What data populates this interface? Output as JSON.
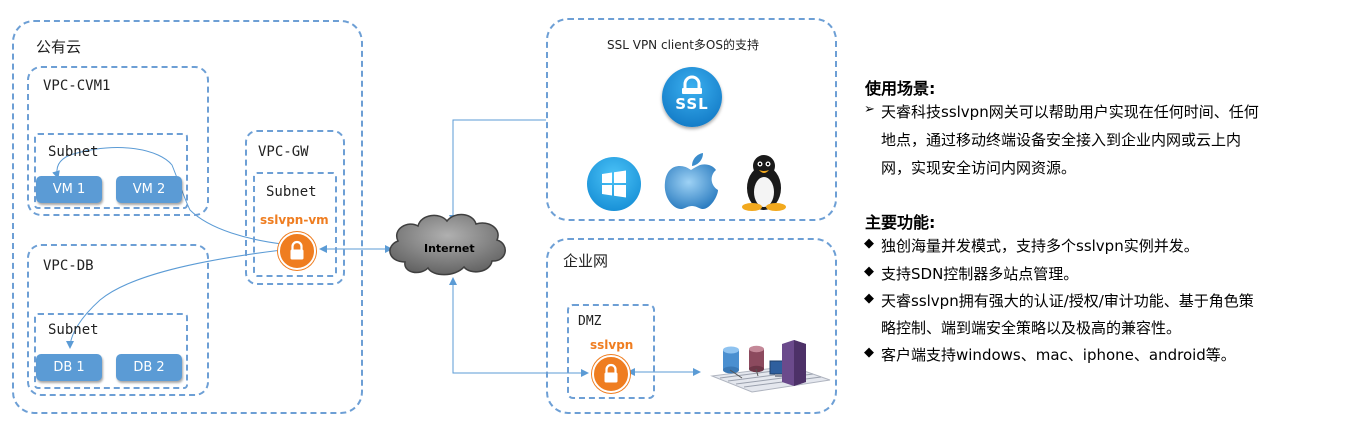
{
  "public_cloud": {
    "title": "公有云",
    "vpc_cvm": {
      "title": "VPC-CVM1",
      "subnet": "Subnet",
      "vms": [
        "VM 1",
        "VM 2"
      ]
    },
    "vpc_db": {
      "title": "VPC-DB",
      "subnet": "Subnet",
      "dbs": [
        "DB 1",
        "DB 2"
      ]
    },
    "vpc_gw": {
      "title": "VPC-GW",
      "subnet": "Subnet",
      "node": "sslvpn-vm"
    }
  },
  "internet": {
    "label": "Internet"
  },
  "ssl_os": {
    "title": "SSL VPN client多OS的支持",
    "badge": "SSL"
  },
  "enterprise": {
    "title": "企业网",
    "dmz": "DMZ",
    "node": "sslvpn"
  },
  "info": {
    "usage_title": "使用场景:",
    "usage_lines": [
      "天睿科技sslvpn网关可以帮助用户实现在任何时间、任何",
      "地点，通过移动终端设备安全接入到企业内网或云上内",
      "网，实现安全访问内网资源。"
    ],
    "features_title": "主要功能:",
    "features": [
      [
        "独创海量并发模式，支持多个sslvpn实例并发。"
      ],
      [
        "支持SDN控制器多站点管理。"
      ],
      [
        "天睿sslvpn拥有强大的认证/授权/审计功能、基于角色策",
        "略控制、端到端安全策略以及极高的兼容性。"
      ],
      [
        "客户端支持windows、mac、iphone、android等。"
      ]
    ],
    "arrow_bullet": "➢",
    "diamond_bullet": "◆"
  },
  "colors": {
    "border": "#6d9fd5",
    "vm": "#5b9bd5",
    "lock": "#ef7d20",
    "ssl_badge": "#1a8ad4"
  }
}
